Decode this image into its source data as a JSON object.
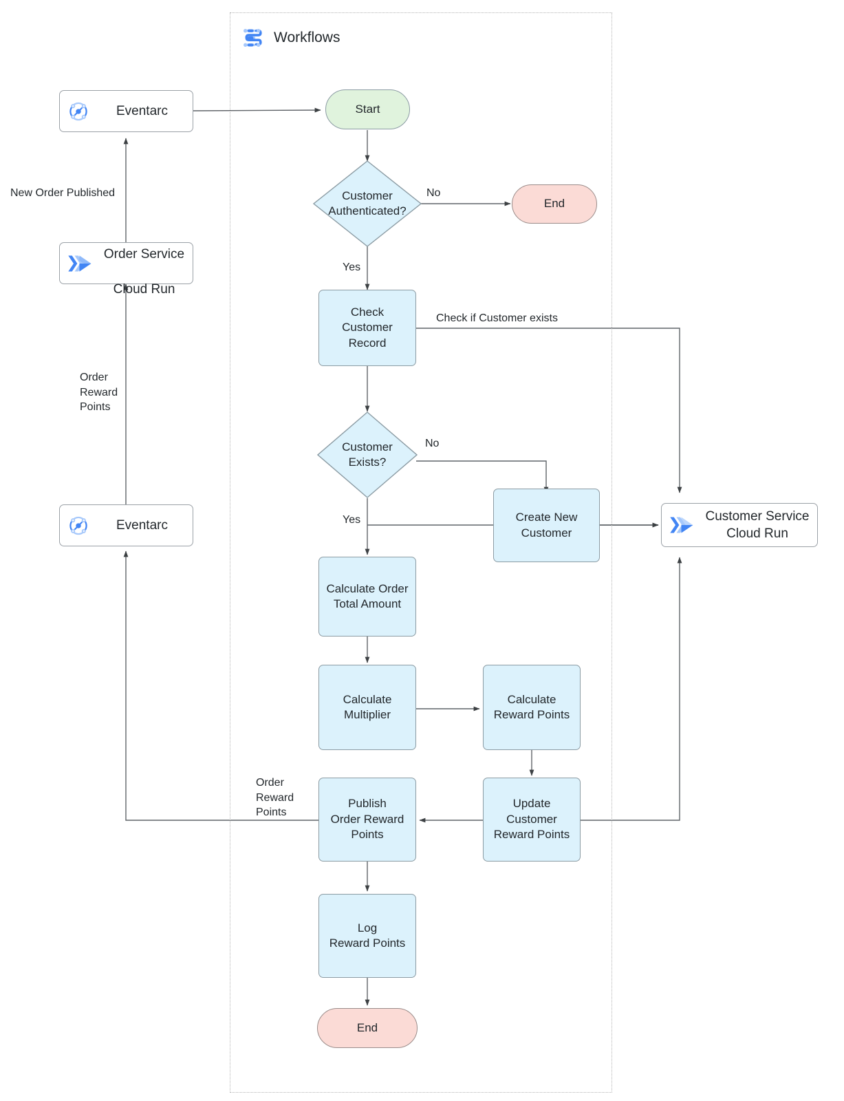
{
  "diagram": {
    "title": "Workflows",
    "group_label": "Workflows",
    "colors": {
      "process_fill": "#dcf2fc",
      "process_stroke": "#8b9ba3",
      "start_fill": "#e0f3dd",
      "end_fill": "#fbdbd6",
      "service_fill": "#ffffff",
      "service_stroke": "#9aa0a6",
      "edge_stroke": "#4a4a4a",
      "group_border": "#b3b3b3",
      "icon_blue_dark": "#4285f4",
      "icon_blue_light": "#a6c8fb",
      "text": "#22272b"
    }
  },
  "services": [
    {
      "id": "eventarc-top",
      "label": "Eventarc",
      "icon": "eventarc-icon"
    },
    {
      "id": "order-service",
      "label": "Order Service\nCloud Run",
      "line1": "Order Service",
      "line2": "Cloud Run",
      "icon": "cloud-run-icon"
    },
    {
      "id": "eventarc-bottom",
      "label": "Eventarc",
      "icon": "eventarc-icon"
    },
    {
      "id": "customer-service",
      "label": "Customer Service\nCloud Run",
      "line1": "Customer Service",
      "line2": "Cloud Run",
      "icon": "cloud-run-icon"
    }
  ],
  "nodes": {
    "start": {
      "label": "Start",
      "type": "terminator"
    },
    "auth_decision": {
      "line1": "Customer",
      "line2": "Authenticated?",
      "type": "decision"
    },
    "end_top": {
      "label": "End",
      "type": "terminator"
    },
    "check_customer_record": {
      "line1": "Check",
      "line2": "Customer",
      "line3": "Record",
      "type": "process"
    },
    "exists_decision": {
      "line1": "Customer",
      "line2": "Exists?",
      "type": "decision"
    },
    "create_new_customer": {
      "line1": "Create New",
      "line2": "Customer",
      "type": "process"
    },
    "calculate_order_total": {
      "line1": "Calculate Order",
      "line2": "Total Amount",
      "type": "process"
    },
    "calculate_multiplier": {
      "line1": "Calculate",
      "line2": "Multiplier",
      "type": "process"
    },
    "calculate_reward_points": {
      "line1": "Calculate",
      "line2": "Reward Points",
      "type": "process"
    },
    "update_customer_reward_points": {
      "line1": "Update",
      "line2": "Customer",
      "line3": "Reward Points",
      "type": "process"
    },
    "publish_order_reward_points": {
      "line1": "Publish",
      "line2": "Order Reward",
      "line3": "Points",
      "type": "process"
    },
    "log_reward_points": {
      "line1": "Log",
      "line2": "Reward Points",
      "type": "process"
    },
    "end_bottom": {
      "label": "End",
      "type": "terminator"
    }
  },
  "edge_labels": {
    "new_order_published": "New Order Published",
    "order_reward_points_left": "Order\nReward\nPoints",
    "order_reward_points_bottom": "Order\nReward\nPoints",
    "auth_no": "No",
    "auth_yes": "Yes",
    "exists_no": "No",
    "exists_yes": "Yes",
    "check_if_customer_exists": "Check if Customer exists"
  }
}
